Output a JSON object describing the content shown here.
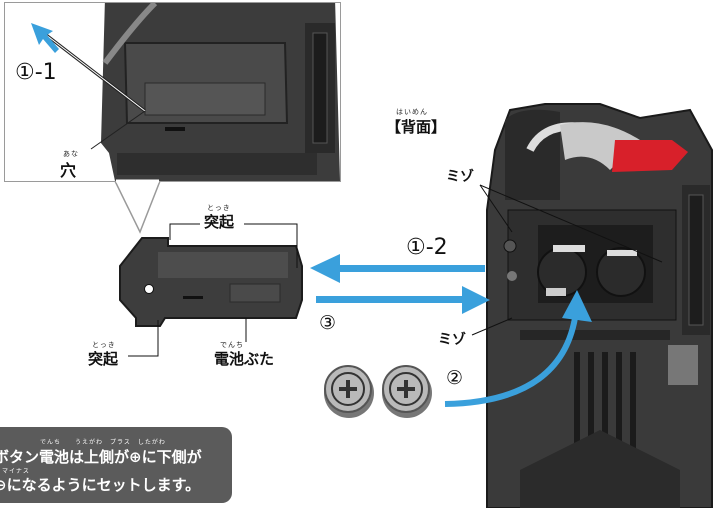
{
  "inset": {
    "step_label": "①-1",
    "hole_label": "穴",
    "hole_ruby": "あな"
  },
  "back": {
    "label": "【背面】",
    "ruby": "はいめん"
  },
  "labels": {
    "groove_top": "ミゾ",
    "groove_bottom": "ミゾ",
    "protrusion_top": "突起",
    "protrusion_top_ruby": "とっき",
    "protrusion_bottom": "突起",
    "protrusion_bottom_ruby": "とっき",
    "battery_cover": "電池ぶた",
    "battery_cover_ruby": "でんち"
  },
  "steps": {
    "step_1_2": "①-2",
    "step_2": "②",
    "step_3": "③"
  },
  "note": {
    "line1": "ボタン電池は上側が⊕に下側が",
    "line2": "⊖になるようにセットします。",
    "ruby1": "でんち　　うえがわ　プラス　したがわ",
    "ruby2": "マイナス"
  },
  "colors": {
    "arrow_blue": "#3aa0dc",
    "device_body": "#3a3a3a",
    "accent_red": "#d8202a",
    "note_bg": "#5b5b5b"
  }
}
